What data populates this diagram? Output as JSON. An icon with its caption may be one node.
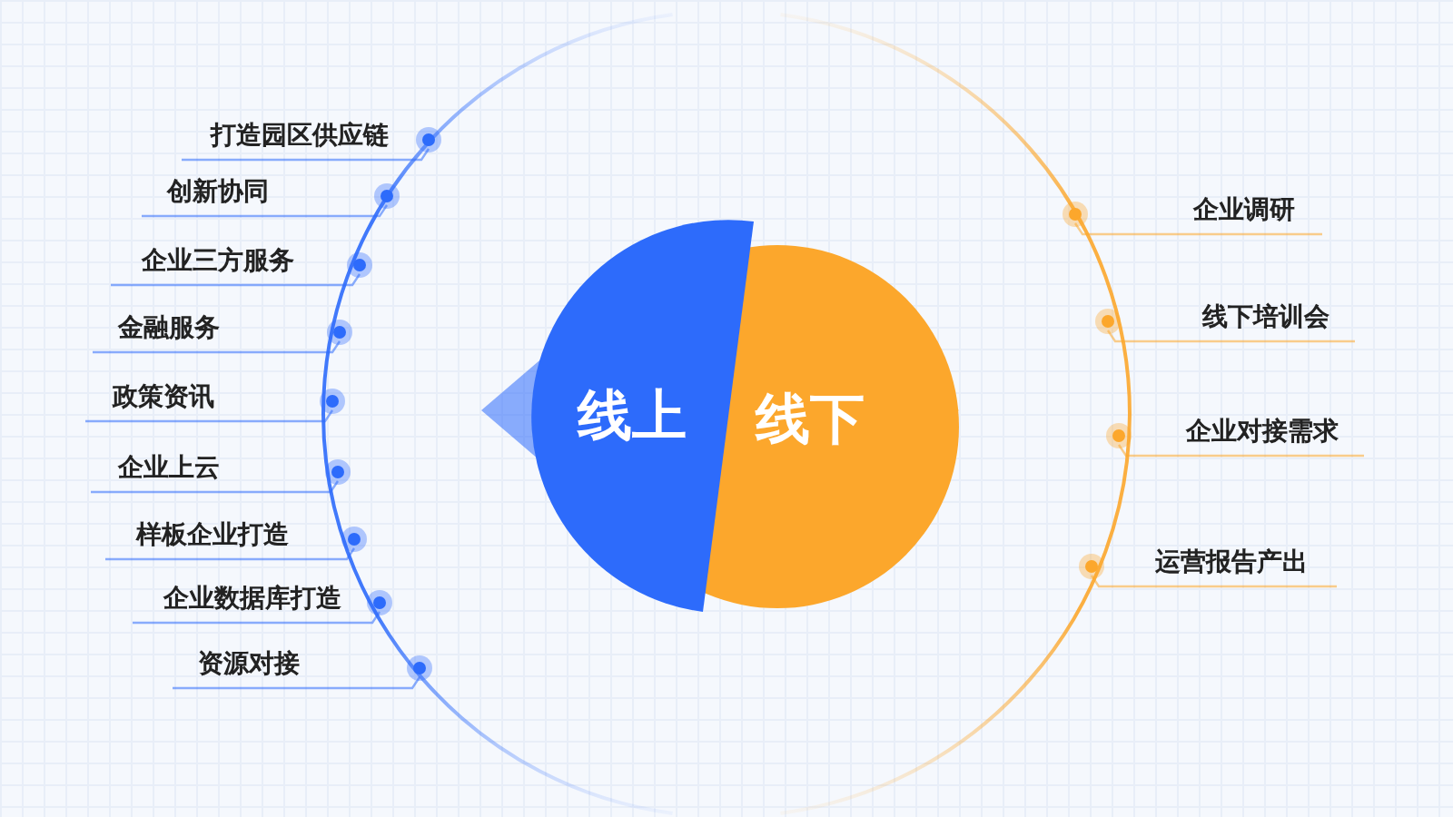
{
  "diagram": {
    "nodes": [
      {
        "text": [
          "线上"
        ]
      },
      {
        "text": [
          "线下"
        ]
      }
    ],
    "labels": [
      "打造园区供应链",
      "创新协同",
      "企业三方服务",
      "金融服务",
      "政策资讯",
      "企业上云",
      "样板企业打造",
      "企业数据库打造",
      "资源对接",
      "企业调研",
      "线下培训会",
      "企业对接需求",
      "运营报告产出"
    ]
  }
}
